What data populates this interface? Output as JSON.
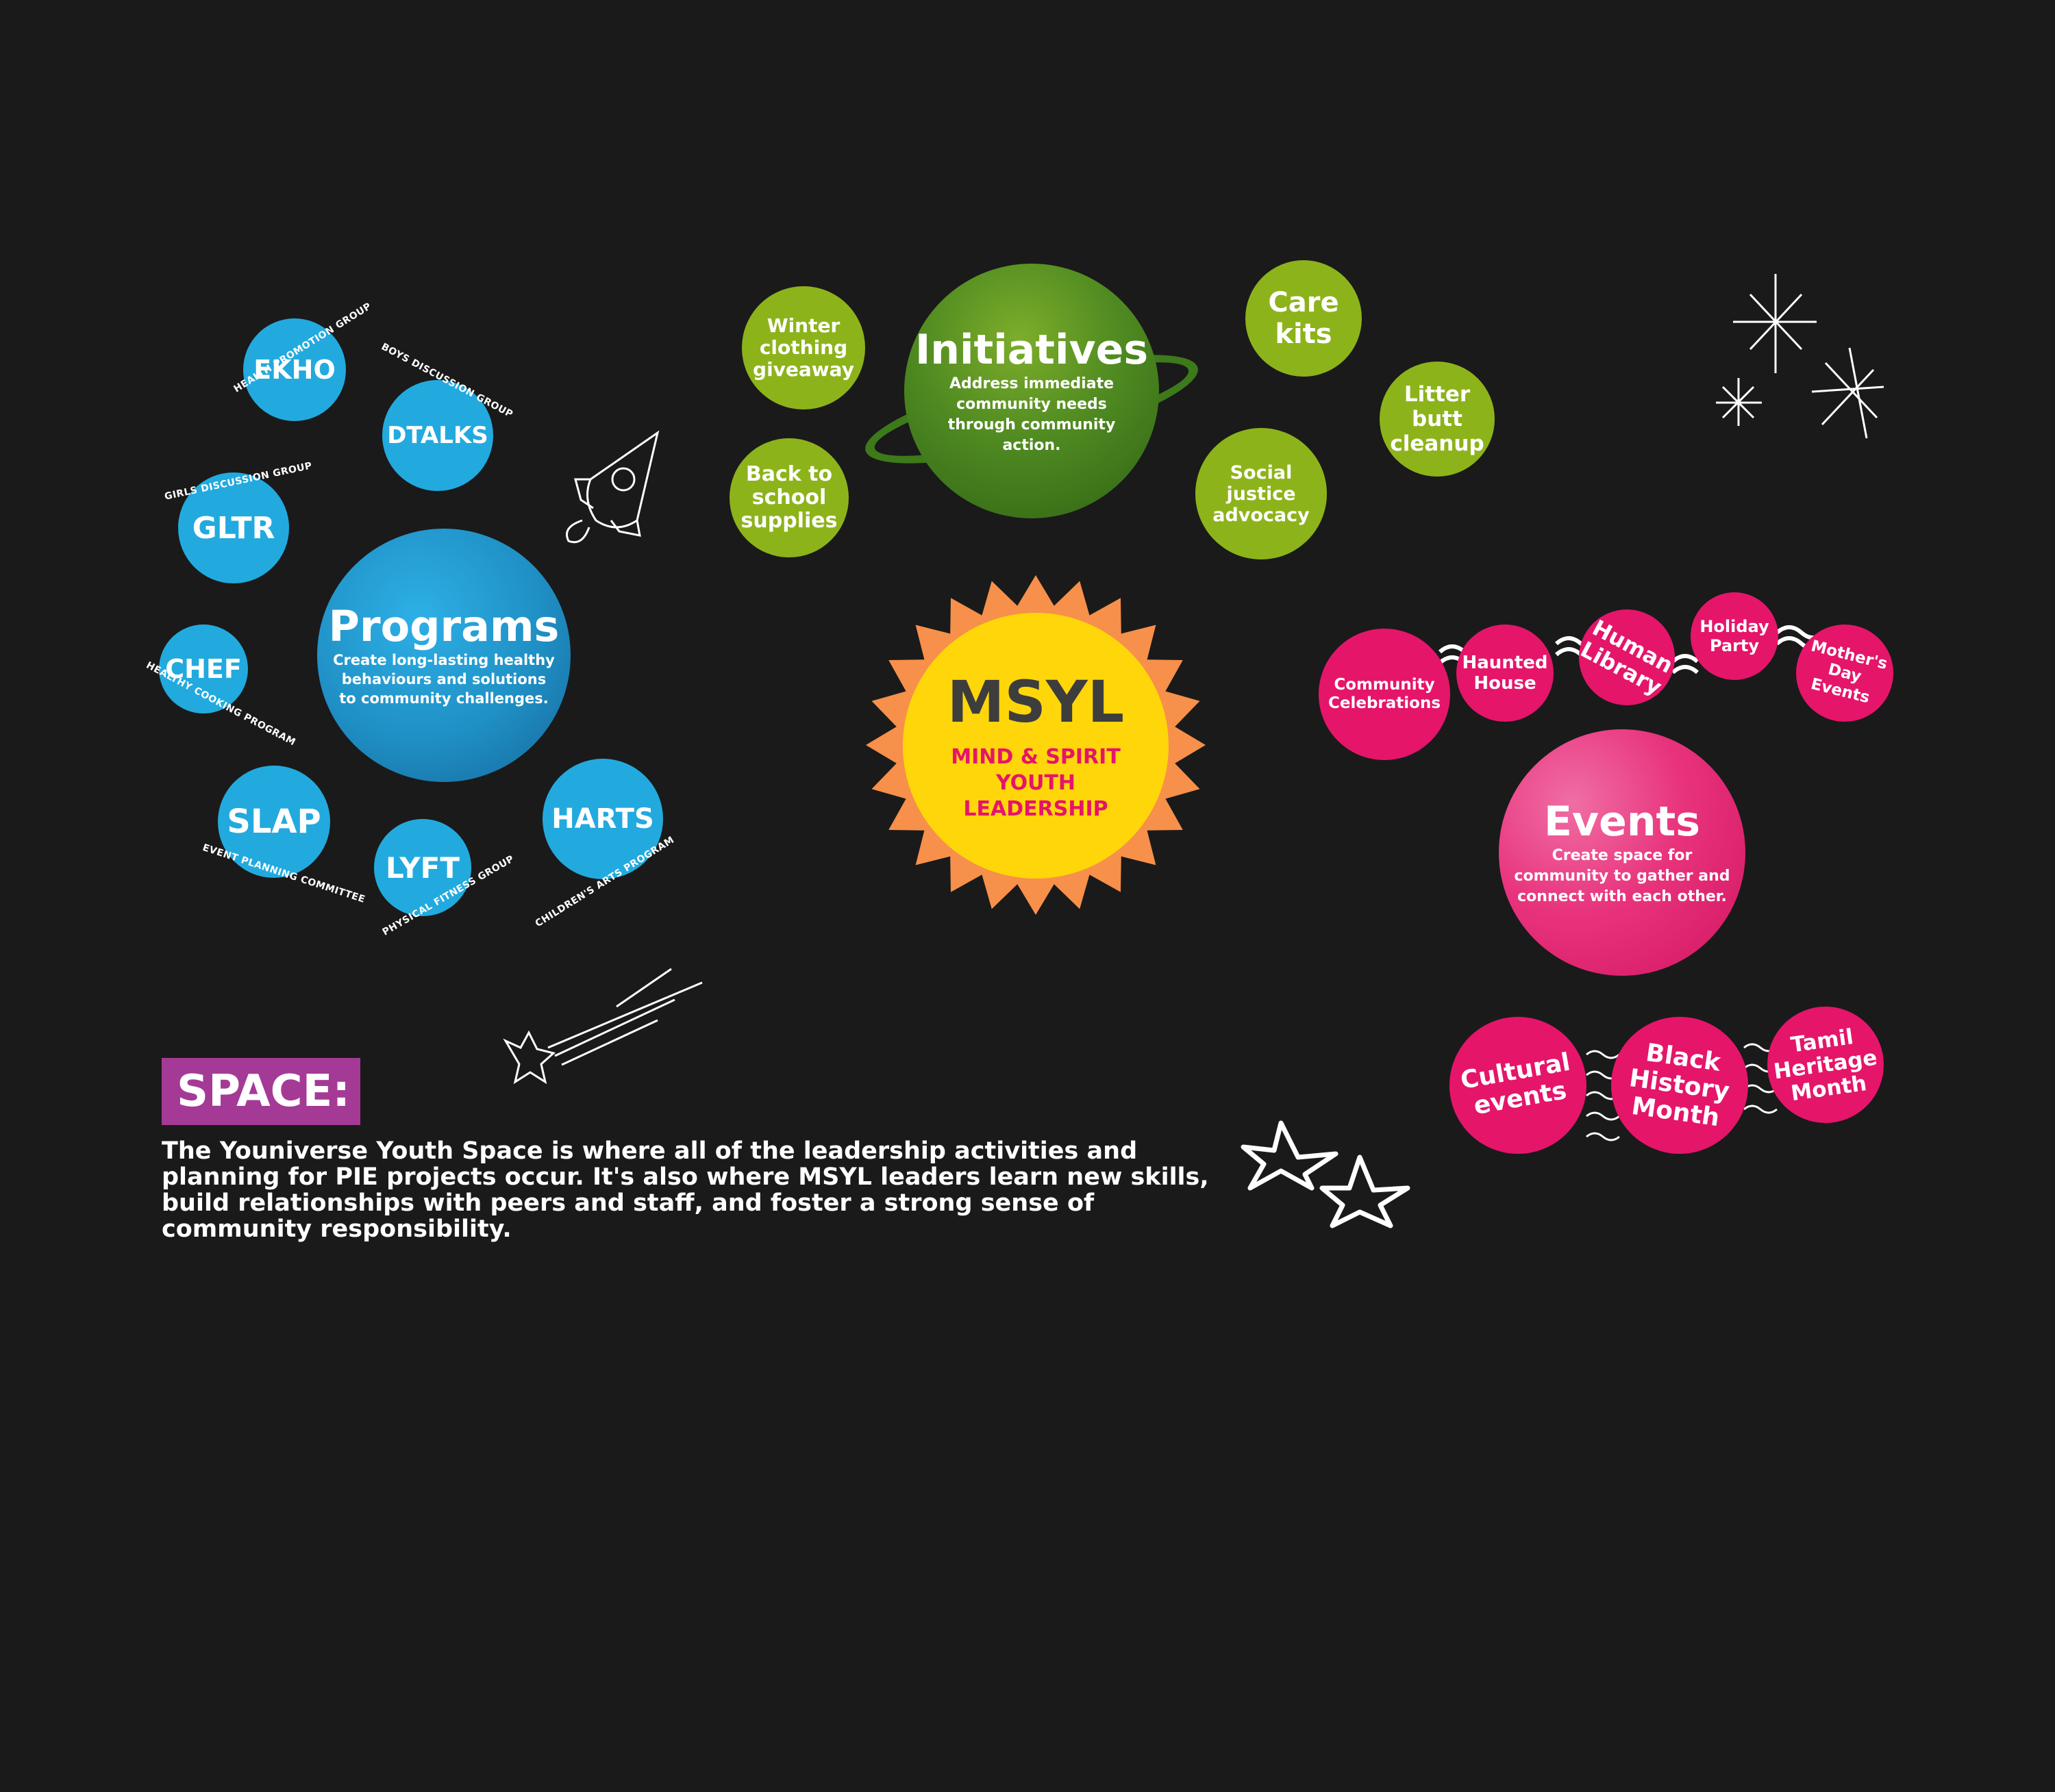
{
  "programs": {
    "title": "Programs",
    "description": "Create long-lasting healthy behaviours and solutions to community challenges.",
    "items": [
      {
        "name": "EKHO",
        "caption": "HEALTH PROMOTION GROUP"
      },
      {
        "name": "DTALKS",
        "caption": "BOYS DISCUSSION GROUP"
      },
      {
        "name": "GLTR",
        "caption": "GIRLS DISCUSSION GROUP"
      },
      {
        "name": "CHEF",
        "caption": "HEALTHY COOKING PROGRAM"
      },
      {
        "name": "SLAP",
        "caption": "EVENT PLANNING COMMITTEE"
      },
      {
        "name": "LYFT",
        "caption": "PHYSICAL FITNESS GROUP"
      },
      {
        "name": "HARTS",
        "caption": "CHILDREN'S ARTS PROGRAM"
      }
    ]
  },
  "initiatives": {
    "title": "Initiatives",
    "description": "Address immediate community needs through community action.",
    "items": [
      "Winter clothing giveaway",
      "Back to school supplies",
      "Care kits",
      "Litter butt cleanup",
      "Social justice advocacy"
    ]
  },
  "center": {
    "title": "MSYL",
    "subtitle": "MIND & SPIRIT YOUTH LEADERSHIP"
  },
  "events": {
    "title": "Events",
    "description": "Create space for community to gather and connect with each other.",
    "top_items": [
      "Community Celebrations",
      "Haunted House",
      "Human Library",
      "Holiday Party",
      "Mother's Day Events"
    ],
    "bottom_items": [
      "Cultural events",
      "Black History Month",
      "Tamil Heritage Month"
    ]
  },
  "space": {
    "heading": "SPACE:",
    "body": "The Youniverse Youth Space is where all of the leadership activities and planning for PIE projects occur. It's also where MSYL leaders learn new skills, build relationships with peers and staff, and foster a strong sense of community responsibility."
  },
  "colors": {
    "background": "#1a1a1a",
    "programs_blue": "#22aadf",
    "initiatives_green": "#8db31b",
    "events_pink": "#e5156a",
    "sun_yellow": "#ffd60a",
    "sun_orange": "#f7904a",
    "space_purple": "#a53a96"
  },
  "icons": [
    "rocket-icon",
    "shooting-star-icon",
    "sparkle-icon",
    "star-outline-icon"
  ]
}
